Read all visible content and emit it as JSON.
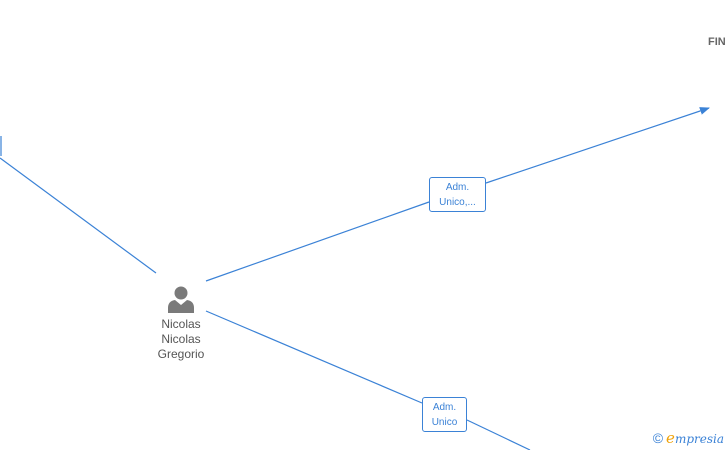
{
  "person": {
    "name_lines": [
      "Nicolas",
      "Nicolas",
      "Gregorio"
    ]
  },
  "companies": {
    "top_right": "FIN"
  },
  "edges": {
    "top": {
      "lines": [
        "Adm.",
        "Unico,..."
      ]
    },
    "bottom": {
      "lines": [
        "Adm.",
        "Unico"
      ]
    }
  },
  "watermark": {
    "symbol": "©",
    "brand_initial": "e",
    "brand_rest": "mpresia"
  },
  "colors": {
    "edge": "#3b82d6",
    "node_icon": "#7a7a7a",
    "label_text": "#555555",
    "brand_accent": "#f0a30a"
  },
  "icons": {
    "person": "person-icon",
    "arrow": "arrowhead-icon",
    "copyright": "copyright-icon"
  }
}
